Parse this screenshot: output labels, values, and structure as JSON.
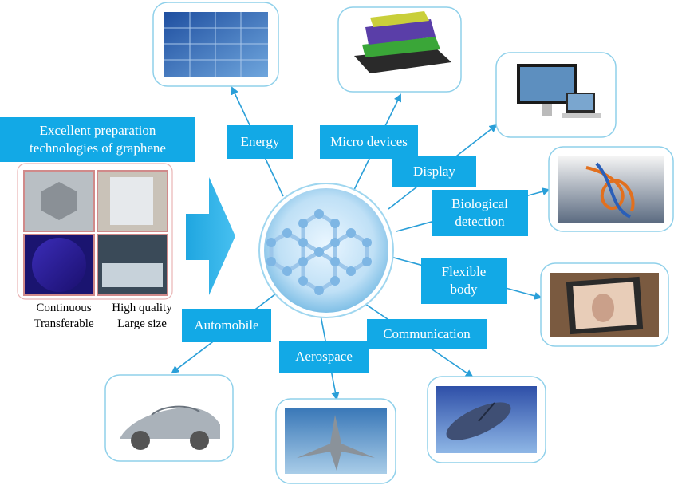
{
  "header": {
    "title_line1": "Excellent preparation",
    "title_line2": "technologies of graphene"
  },
  "captions": {
    "left_line1": "Continuous",
    "left_line2": "Transferable",
    "right_line1": "High quality",
    "right_line2": "Large size"
  },
  "applications": {
    "energy": "Energy",
    "micro_devices": "Micro devices",
    "display": "Display",
    "bio_line1": "Biological",
    "bio_line2": "detection",
    "flex_line1": "Flexible",
    "flex_line2": "body",
    "communication": "Communication",
    "aerospace": "Aerospace",
    "automobile": "Automobile"
  },
  "colors": {
    "label_bg": "#12a9e6",
    "arrow": "#2a9fd8",
    "frame": "#8fd0ea",
    "block_arrow": "#1fa6e0"
  }
}
